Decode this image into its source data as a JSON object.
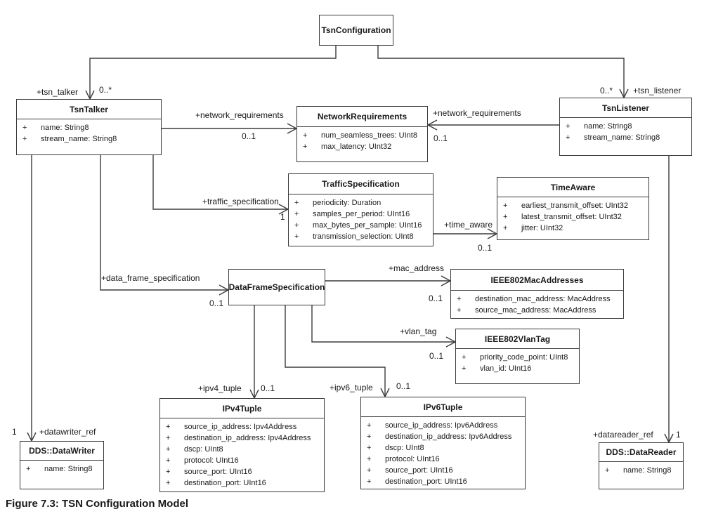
{
  "caption": "Figure 7.3: TSN Configuration Model",
  "colors": {
    "line": "#3c3c3c",
    "text": "#1a1a1a",
    "background": "#ffffff"
  },
  "classes": {
    "tsn_configuration": {
      "name": "TsnConfiguration",
      "attrs": []
    },
    "tsn_talker": {
      "name": "TsnTalker",
      "attrs": [
        {
          "v": "+",
          "t": "name: String8"
        },
        {
          "v": "+",
          "t": "stream_name: String8"
        }
      ]
    },
    "network_requirements": {
      "name": "NetworkRequirements",
      "attrs": [
        {
          "v": "+",
          "t": "num_seamless_trees: UInt8"
        },
        {
          "v": "+",
          "t": "max_latency: UInt32"
        }
      ]
    },
    "tsn_listener": {
      "name": "TsnListener",
      "attrs": [
        {
          "v": "+",
          "t": "name: String8"
        },
        {
          "v": "+",
          "t": "stream_name: String8"
        }
      ]
    },
    "traffic_specification": {
      "name": "TrafficSpecification",
      "attrs": [
        {
          "v": "+",
          "t": "periodicity: Duration"
        },
        {
          "v": "+",
          "t": "samples_per_period: UInt16"
        },
        {
          "v": "+",
          "t": "max_bytes_per_sample: UInt16"
        },
        {
          "v": "+",
          "t": "transmission_selection: UInt8"
        }
      ]
    },
    "time_aware": {
      "name": "TimeAware",
      "attrs": [
        {
          "v": "+",
          "t": "earliest_transmit_offset: UInt32"
        },
        {
          "v": "+",
          "t": "latest_transmit_offset: UInt32"
        },
        {
          "v": "+",
          "t": "jitter: UInt32"
        }
      ]
    },
    "data_frame_specification": {
      "name": "DataFrameSpecification",
      "attrs": []
    },
    "ieee802_mac_addresses": {
      "name": "IEEE802MacAddresses",
      "attrs": [
        {
          "v": "+",
          "t": "destination_mac_address: MacAddress"
        },
        {
          "v": "+",
          "t": "source_mac_address: MacAddress"
        }
      ]
    },
    "ieee802_vlan_tag": {
      "name": "IEEE802VlanTag",
      "attrs": [
        {
          "v": "+",
          "t": "priority_code_point: UInt8"
        },
        {
          "v": "+",
          "t": "vlan_id: UInt16"
        }
      ]
    },
    "ipv4_tuple": {
      "name": "IPv4Tuple",
      "attrs": [
        {
          "v": "+",
          "t": "source_ip_address: Ipv4Address"
        },
        {
          "v": "+",
          "t": "destination_ip_address: Ipv4Address"
        },
        {
          "v": "+",
          "t": "dscp: UInt8"
        },
        {
          "v": "+",
          "t": "protocol: UInt16"
        },
        {
          "v": "+",
          "t": "source_port: UInt16"
        },
        {
          "v": "+",
          "t": "destination_port: UInt16"
        }
      ]
    },
    "ipv6_tuple": {
      "name": "IPv6Tuple",
      "attrs": [
        {
          "v": "+",
          "t": "source_ip_address: Ipv6Address"
        },
        {
          "v": "+",
          "t": "destination_ip_address: Ipv6Address"
        },
        {
          "v": "+",
          "t": "dscp: UInt8"
        },
        {
          "v": "+",
          "t": "protocol: UInt16"
        },
        {
          "v": "+",
          "t": "source_port: UInt16"
        },
        {
          "v": "+",
          "t": "destination_port: UInt16"
        }
      ]
    },
    "dds_data_writer": {
      "name": "DDS::DataWriter",
      "attrs": [
        {
          "v": "+",
          "t": "name: String8"
        }
      ]
    },
    "dds_data_reader": {
      "name": "DDS::DataReader",
      "attrs": [
        {
          "v": "+",
          "t": "name: String8"
        }
      ]
    }
  },
  "edges": {
    "tsn_talker": {
      "role": "+tsn_talker",
      "mult": "0..*"
    },
    "tsn_listener": {
      "role": "+tsn_listener",
      "mult": "0..*"
    },
    "talker_network_requirements": {
      "role": "+network_requirements",
      "mult": "0..1"
    },
    "listener_network_requirements": {
      "role": "+network_requirements",
      "mult": "0..1"
    },
    "traffic_specification": {
      "role": "+traffic_specification",
      "mult": "1"
    },
    "time_aware": {
      "role": "+time_aware",
      "mult": "0..1"
    },
    "data_frame_specification": {
      "role": "+data_frame_specification",
      "mult": "0..1"
    },
    "mac_address": {
      "role": "+mac_address",
      "mult": "0..1"
    },
    "vlan_tag": {
      "role": "+vlan_tag",
      "mult": "0..1"
    },
    "ipv4_tuple": {
      "role": "+ipv4_tuple",
      "mult": "0..1"
    },
    "ipv6_tuple": {
      "role": "+ipv6_tuple",
      "mult": "0..1"
    },
    "datawriter_ref": {
      "role": "+datawriter_ref",
      "mult": "1"
    },
    "datareader_ref": {
      "role": "+datareader_ref",
      "mult": "1"
    }
  }
}
